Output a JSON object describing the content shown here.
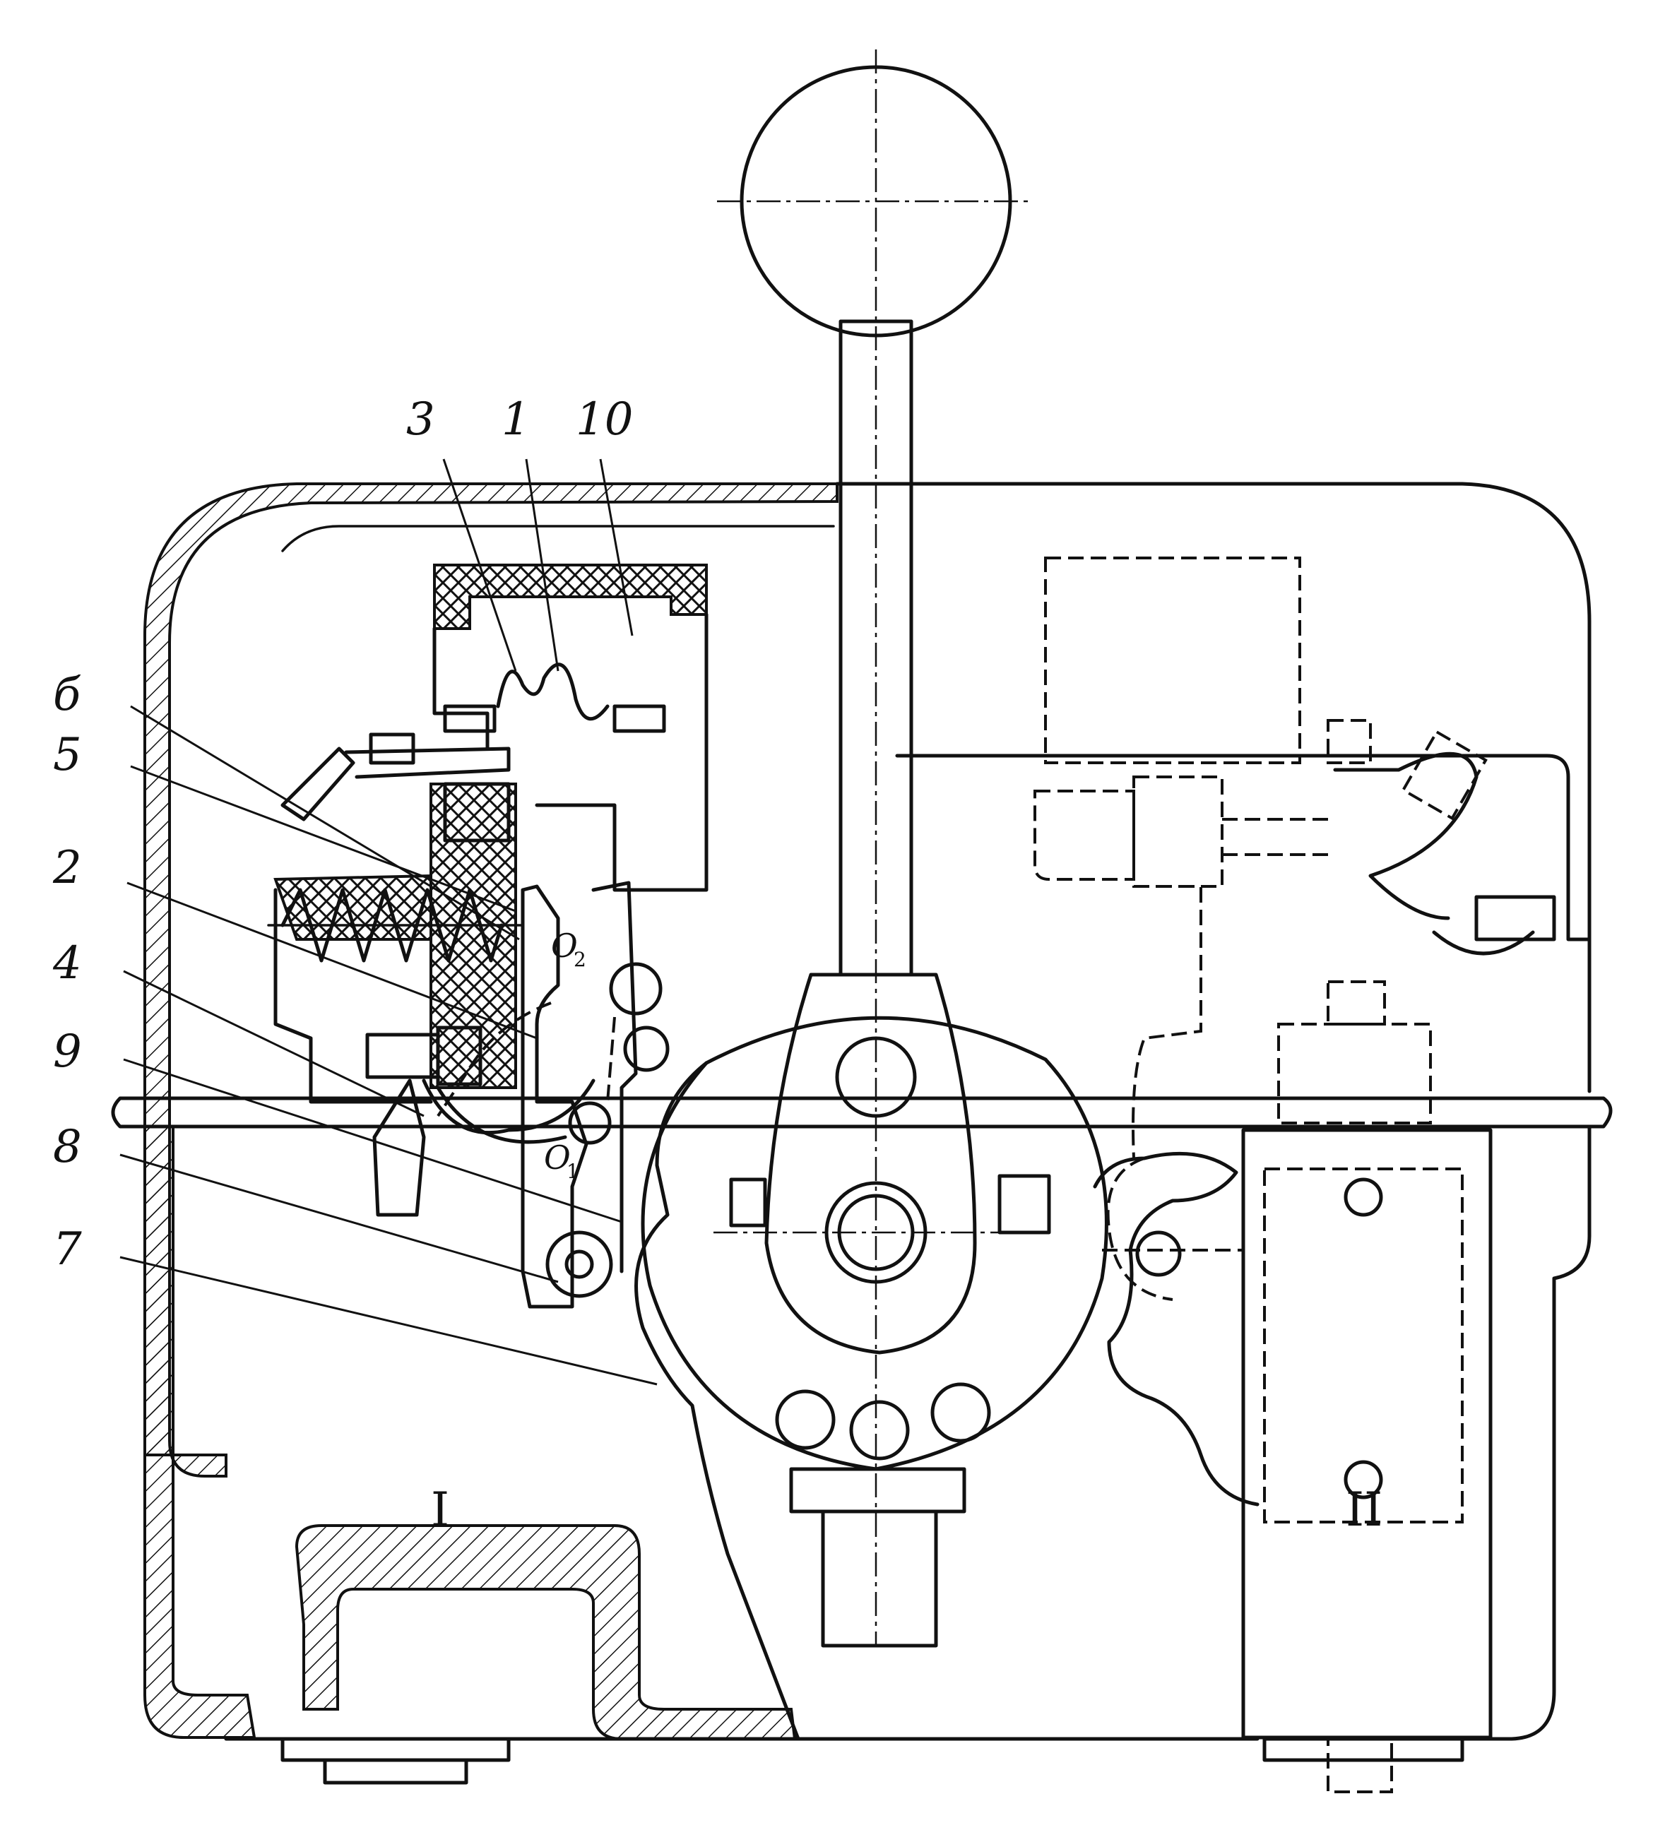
{
  "diagram": {
    "callouts": [
      {
        "id": "3",
        "text": "3"
      },
      {
        "id": "1",
        "text": "1"
      },
      {
        "id": "10",
        "text": "10"
      },
      {
        "id": "6",
        "text": "б"
      },
      {
        "id": "5",
        "text": "5"
      },
      {
        "id": "2",
        "text": "2"
      },
      {
        "id": "4",
        "text": "4"
      },
      {
        "id": "9",
        "text": "9"
      },
      {
        "id": "8",
        "text": "8"
      },
      {
        "id": "7",
        "text": "7"
      }
    ],
    "pivots": {
      "o2": {
        "letter": "O",
        "index": "2"
      },
      "o1": {
        "letter": "O",
        "index": "1"
      }
    },
    "sections": {
      "left": "I",
      "right": "II"
    }
  }
}
